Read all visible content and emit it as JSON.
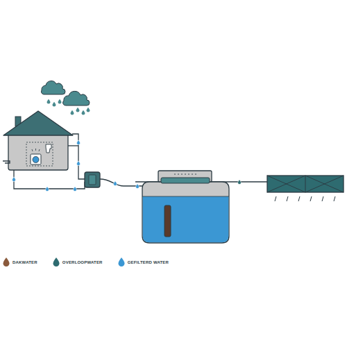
{
  "diagram": {
    "legend": [
      {
        "text": "DAKWATER",
        "color": "#8a5a3c"
      },
      {
        "text": "OVERLOOPWATER",
        "color": "#2e6b70"
      },
      {
        "text": "GEFILTERD WATER",
        "color": "#3b97d3"
      }
    ]
  }
}
